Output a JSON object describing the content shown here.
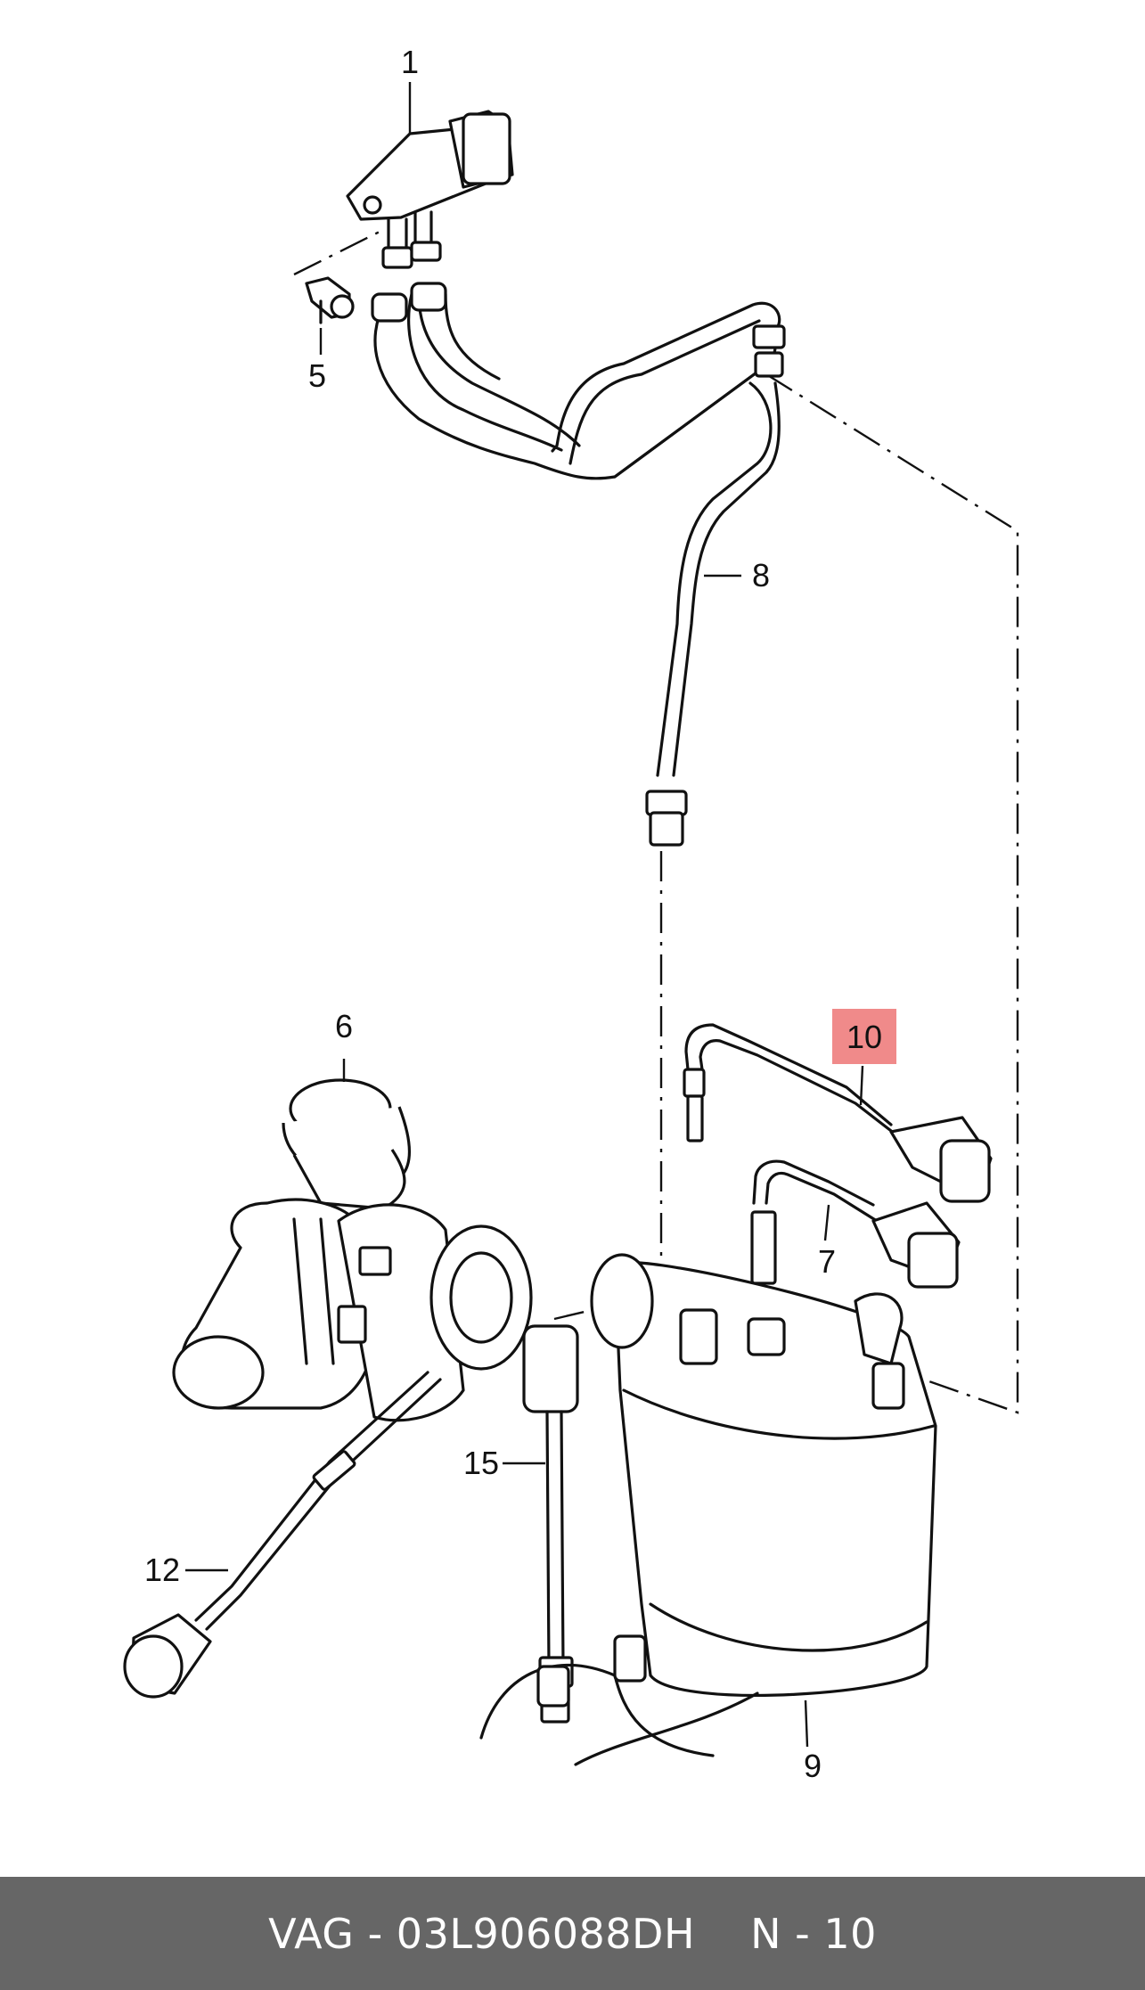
{
  "diagram": {
    "highlight_color": "#f08a8a",
    "callouts": [
      {
        "id": "1",
        "label": "1"
      },
      {
        "id": "5",
        "label": "5"
      },
      {
        "id": "8",
        "label": "8"
      },
      {
        "id": "6",
        "label": "6"
      },
      {
        "id": "10",
        "label": "10",
        "highlighted": true
      },
      {
        "id": "7",
        "label": "7"
      },
      {
        "id": "15",
        "label": "15"
      },
      {
        "id": "12",
        "label": "12"
      },
      {
        "id": "9",
        "label": "9"
      }
    ]
  },
  "footer": {
    "part_number": "VAG - 03L906088DH",
    "position": "N - 10",
    "background": "#666666"
  }
}
